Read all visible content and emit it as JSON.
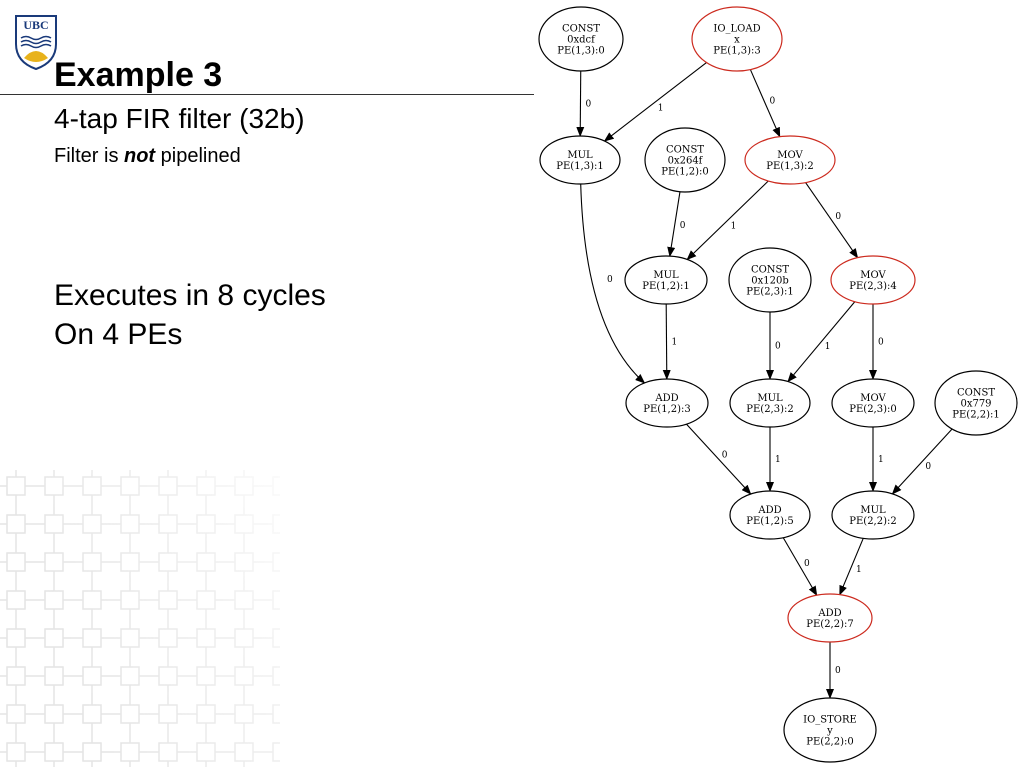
{
  "slide": {
    "logo_text": "UBC",
    "title": "Example 3",
    "subtitle": "4-tap FIR filter (32b)",
    "note_prefix": "Filter is ",
    "note_emph": "not",
    "note_suffix": " pipelined",
    "body_lines": [
      "Executes in 8 cycles",
      "On 4 PEs"
    ]
  },
  "colors": {
    "highlight_stroke": "#cc2a1e",
    "normal_stroke": "#000000",
    "grid_deco": "#e4e4e4",
    "logo_blue": "#1a3a7a",
    "logo_gold": "#e8b21c"
  },
  "graph": {
    "nodes": [
      {
        "id": "const_xdcf",
        "lines": [
          "CONST",
          "0xdcf",
          "PE(1,3):0"
        ],
        "highlight": false
      },
      {
        "id": "io_load",
        "lines": [
          "IO_LOAD",
          "x",
          "PE(1,3):3"
        ],
        "highlight": true
      },
      {
        "id": "mul_13",
        "lines": [
          "MUL",
          "PE(1,3):1"
        ],
        "highlight": false
      },
      {
        "id": "const_264f",
        "lines": [
          "CONST",
          "0x264f",
          "PE(1,2):0"
        ],
        "highlight": false
      },
      {
        "id": "mov_13",
        "lines": [
          "MOV",
          "PE(1,3):2"
        ],
        "highlight": true
      },
      {
        "id": "mul_12",
        "lines": [
          "MUL",
          "PE(1,2):1"
        ],
        "highlight": false
      },
      {
        "id": "const_120b",
        "lines": [
          "CONST",
          "0x120b",
          "PE(2,3):1"
        ],
        "highlight": false
      },
      {
        "id": "mov_23_4",
        "lines": [
          "MOV",
          "PE(2,3):4"
        ],
        "highlight": true
      },
      {
        "id": "add_12_3",
        "lines": [
          "ADD",
          "PE(1,2):3"
        ],
        "highlight": false
      },
      {
        "id": "mul_23",
        "lines": [
          "MUL",
          "PE(2,3):2"
        ],
        "highlight": false
      },
      {
        "id": "mov_23_0",
        "lines": [
          "MOV",
          "PE(2,3):0"
        ],
        "highlight": false
      },
      {
        "id": "const_779",
        "lines": [
          "CONST",
          "0x779",
          "PE(2,2):1"
        ],
        "highlight": false
      },
      {
        "id": "add_12_5",
        "lines": [
          "ADD",
          "PE(1,2):5"
        ],
        "highlight": false
      },
      {
        "id": "mul_22",
        "lines": [
          "MUL",
          "PE(2,2):2"
        ],
        "highlight": false
      },
      {
        "id": "add_22",
        "lines": [
          "ADD",
          "PE(2,2):7"
        ],
        "highlight": true
      },
      {
        "id": "io_store",
        "lines": [
          "IO_STORE",
          "y",
          "PE(2,2):0"
        ],
        "highlight": false
      }
    ],
    "edges": [
      {
        "from": "const_xdcf",
        "to": "mul_13",
        "label": "0"
      },
      {
        "from": "io_load",
        "to": "mul_13",
        "label": "1"
      },
      {
        "from": "io_load",
        "to": "mov_13",
        "label": "0"
      },
      {
        "from": "const_264f",
        "to": "mul_12",
        "label": "0"
      },
      {
        "from": "mov_13",
        "to": "mul_12",
        "label": "1"
      },
      {
        "from": "mov_13",
        "to": "mov_23_4",
        "label": "0"
      },
      {
        "from": "mul_13",
        "to": "add_12_3",
        "label": "0"
      },
      {
        "from": "mul_12",
        "to": "add_12_3",
        "label": "1"
      },
      {
        "from": "const_120b",
        "to": "mul_23",
        "label": "0"
      },
      {
        "from": "mov_23_4",
        "to": "mul_23",
        "label": "1"
      },
      {
        "from": "mov_23_4",
        "to": "mov_23_0",
        "label": "0"
      },
      {
        "from": "add_12_3",
        "to": "add_12_5",
        "label": "0"
      },
      {
        "from": "mul_23",
        "to": "add_12_5",
        "label": "1"
      },
      {
        "from": "mov_23_0",
        "to": "mul_22",
        "label": "1"
      },
      {
        "from": "const_779",
        "to": "mul_22",
        "label": "0"
      },
      {
        "from": "add_12_5",
        "to": "add_22",
        "label": "0"
      },
      {
        "from": "mul_22",
        "to": "add_22",
        "label": "1"
      },
      {
        "from": "add_22",
        "to": "io_store",
        "label": "0"
      }
    ]
  }
}
